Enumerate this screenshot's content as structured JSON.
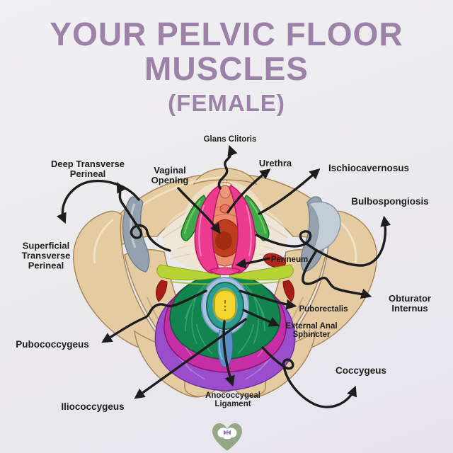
{
  "title": {
    "line1": "YOUR PELVIC FLOOR",
    "line2": "MUSCLES",
    "subtitle": "(FEMALE)"
  },
  "labels": {
    "glans_clitoris": {
      "text": "Glans Clitoris"
    },
    "urethra": {
      "text": "Urethra"
    },
    "vaginal_opening": {
      "line1": "Vaginal",
      "line2": "Opening"
    },
    "deep_transverse_perineal": {
      "line1": "Deep Transverse",
      "line2": "Perineal"
    },
    "ischiocavernosus": {
      "text": "Ischiocavernosus"
    },
    "bulbospongiosis": {
      "text": "Bulbospongiosis"
    },
    "superficial_transverse_perineal": {
      "line1": "Superficial",
      "line2": "Transverse",
      "line3": "Perineal"
    },
    "perineum": {
      "text": "Perineum"
    },
    "obturator_internus": {
      "line1": "Obturator",
      "line2": "Internus"
    },
    "puborectalis": {
      "text": "Puborectalis"
    },
    "external_anal_sphincter": {
      "line1": "External Anal",
      "line2": "Sphincter"
    },
    "pubococcygeus": {
      "text": "Pubococcygeus"
    },
    "coccygeus": {
      "text": "Coccygeus"
    },
    "iliococcygeus": {
      "text": "Iliococcygeus"
    },
    "anococcygeal_ligament": {
      "line1": "Anococcygeal",
      "line2": "Ligament"
    }
  },
  "colors": {
    "title": "#9c81a8",
    "label_text": "#1e1e1e",
    "arrow": "#1d1d1d",
    "bone": "#e4cba2",
    "bone_outline": "#aa8758",
    "obturator_gray": "#94a1ae",
    "obturator_gray_light": "#c2cdd7",
    "fascia_cream": "#f0e3cc",
    "ischiocavernosus_green": "#3da84c",
    "bulbospongiosus_pink": "#ec3a8e",
    "vestibule_coral": "#ea8d6f",
    "vaginal_opening_red": "#bf3d1f",
    "transverse_perineal_chartreuse": "#b7d437",
    "levator_green": "#12844e",
    "puborectalis_magenta": "#c52ea4",
    "iliococcygeus_purple": "#9a4ecb",
    "sphincter_outer_blue": "#a9c0e2",
    "sphincter_teal": "#2d9b8d",
    "anus_yellow": "#f4d633",
    "anococcygeal_blue": "#6090ce",
    "deep_red_accent": "#a81d15",
    "logo_green": "#94a887",
    "logo_butterfly_purple": "#9b7cb5"
  },
  "logo": {
    "icon_name": "pelvis-heart-logo"
  }
}
